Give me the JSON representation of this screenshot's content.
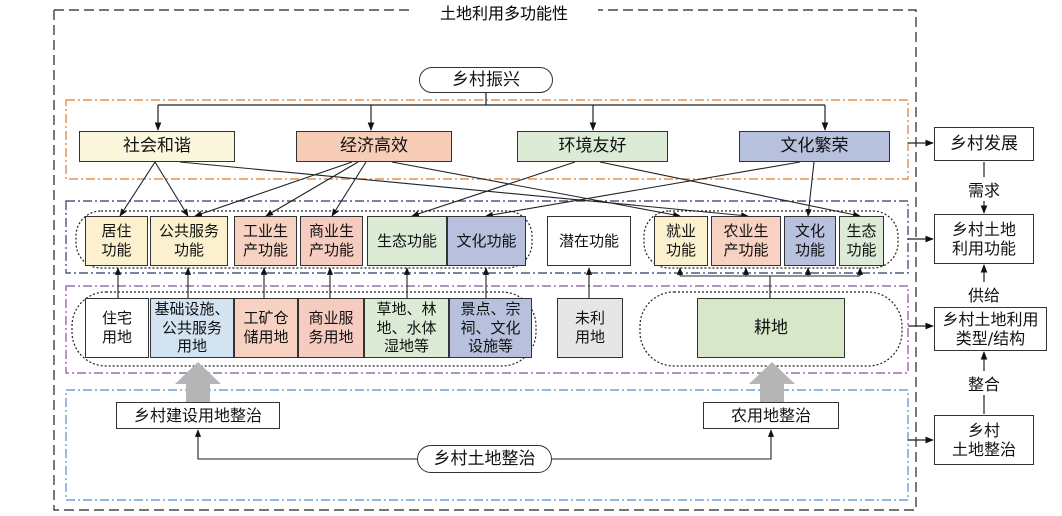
{
  "title": "土地利用多功能性",
  "top_node": "乡村振兴",
  "goals": [
    "社会和谐",
    "经济高效",
    "环境友好",
    "文化繁荣"
  ],
  "functions": [
    "居住\n功能",
    "公共服务\n功能",
    "工业生\n产功能",
    "商业生\n产功能",
    "生态功能",
    "文化功能",
    "潜在功能",
    "就业\n功能",
    "农业生\n产功能",
    "文化\n功能",
    "生态\n功能"
  ],
  "land_types": [
    "住宅\n用地",
    "基础设施、\n公共服务\n用地",
    "工矿仓\n储用地",
    "商业服\n务用地",
    "草地、林\n地、水体\n湿地等",
    "景点、宗\n祠、文化\n设施等",
    "未利\n用地",
    "耕地"
  ],
  "consolidation": {
    "construction": "乡村建设用地整治",
    "farmland": "农用地整治",
    "overall": "乡村土地整治"
  },
  "right_column": {
    "dev": "乡村发展",
    "func": "乡村土地\n利用功能",
    "type": "乡村土地利用\n类型/结构",
    "consol": "乡村\n土地整治",
    "demand": "需求",
    "supply": "供给",
    "integrate": "整合"
  },
  "colors": {
    "social": "#fbf7dc",
    "economic": "#f7cdb8",
    "environment": "#dcebd6",
    "culture": "#b7c1dd",
    "residential": "#fbf1cf",
    "public": "#d3e3f2",
    "industrial": "#f7d2c2",
    "commercial": "#f6ccc0",
    "eco": "#dcebd6",
    "cultural": "#b7c1dd",
    "unused": "#e6e6e6",
    "farm": "#d6e8c9",
    "frame_orange": "#e07a2e",
    "frame_navy": "#2b3a67",
    "frame_purple": "#8a4fa3",
    "frame_blue": "#4f8fd6"
  }
}
